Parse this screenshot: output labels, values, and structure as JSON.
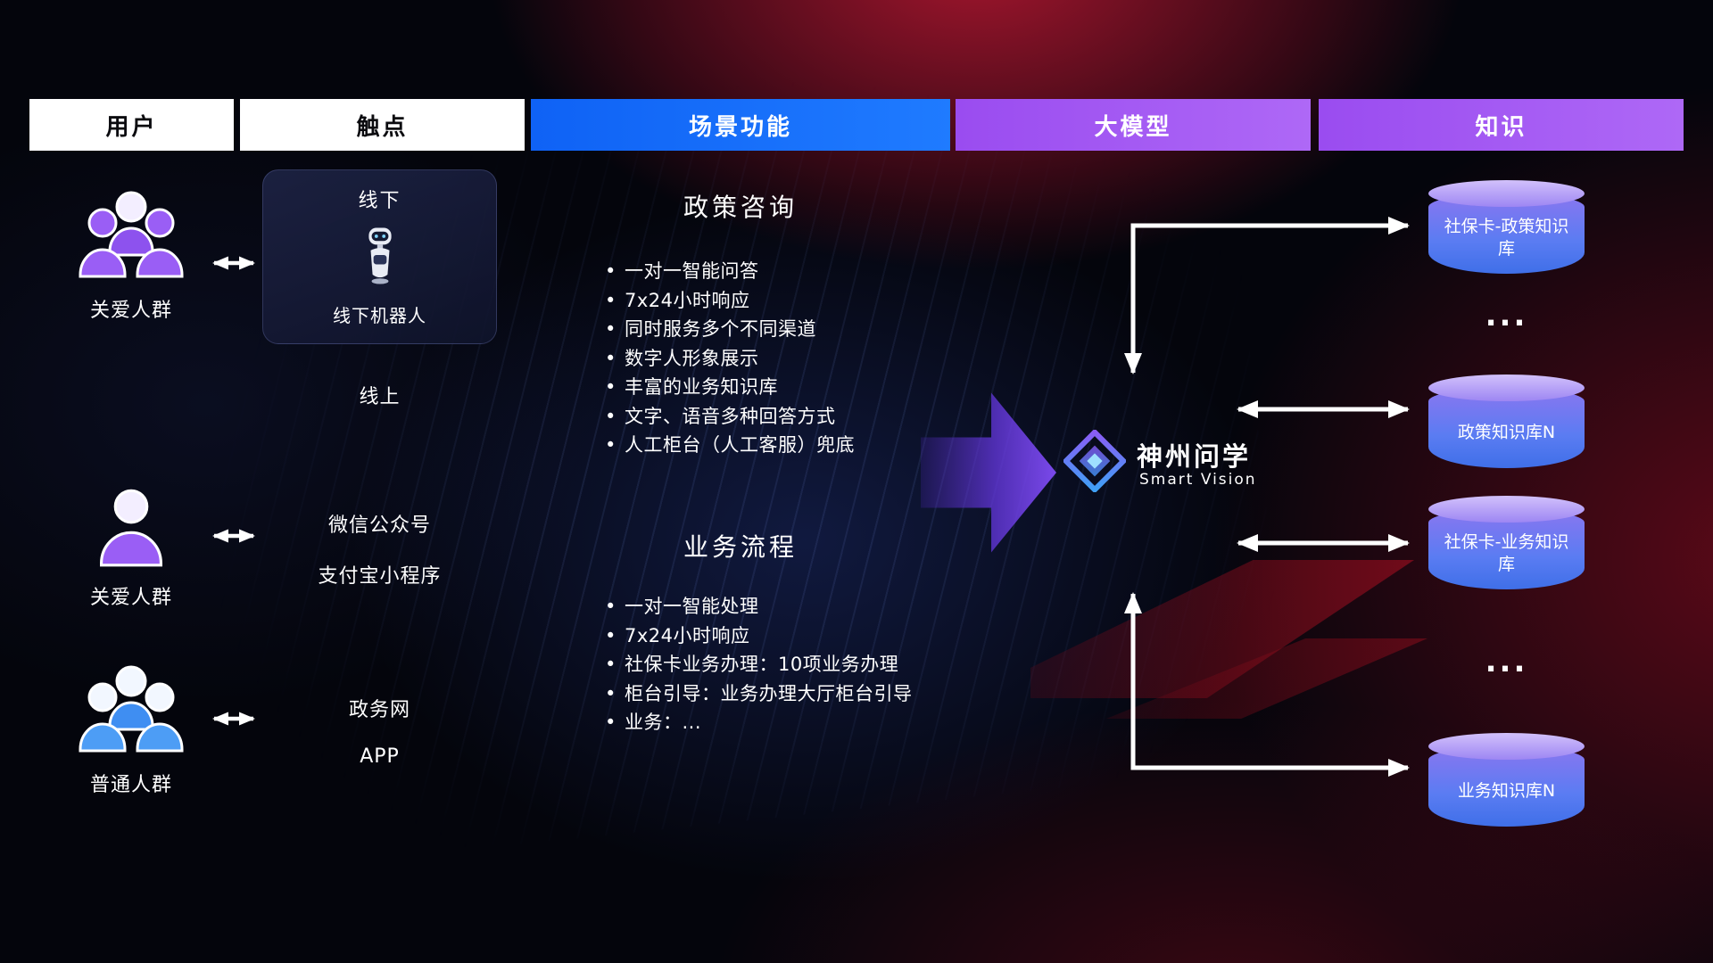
{
  "header": {
    "columns": [
      {
        "label": "用户",
        "style": "light"
      },
      {
        "label": "触点",
        "style": "light"
      },
      {
        "label": "场景功能",
        "style": "blue"
      },
      {
        "label": "大模型",
        "style": "purple"
      },
      {
        "label": "知识",
        "style": "purple"
      }
    ]
  },
  "users": [
    {
      "label": "关爱人群",
      "icon": "users-group-purple-icon"
    },
    {
      "label": "关爱人群",
      "icon": "user-single-purple-icon"
    },
    {
      "label": "普通人群",
      "icon": "users-group-blue-icon"
    }
  ],
  "touchpoints": {
    "offline_title": "线下",
    "offline_robot_label": "线下机器人",
    "online_title": "线上",
    "online_channels": [
      "微信公众号",
      "支付宝小程序"
    ],
    "gov_channels": [
      "政务网",
      "APP"
    ]
  },
  "scenarios": [
    {
      "title": "政策咨询",
      "items": [
        "一对一智能问答",
        "7x24小时响应",
        "同时服务多个不同渠道",
        "数字人形象展示",
        "丰富的业务知识库",
        "文字、语音多种回答方式",
        "人工柜台（人工客服）兜底"
      ]
    },
    {
      "title": "业务流程",
      "items": [
        "一对一智能处理",
        "7x24小时响应",
        "社保卡业务办理：10项业务办理",
        "柜台引导：业务办理大厅柜台引导",
        "业务：..."
      ]
    }
  ],
  "model": {
    "name": "神州问学",
    "subtitle": "Smart Vision"
  },
  "knowledge": [
    {
      "label": "社保卡-政策知识库",
      "kind": "database"
    },
    {
      "label": "...",
      "kind": "ellipsis"
    },
    {
      "label": "政策知识库N",
      "kind": "database"
    },
    {
      "label": "社保卡-业务知识库",
      "kind": "database"
    },
    {
      "label": "...",
      "kind": "ellipsis"
    },
    {
      "label": "业务知识库N",
      "kind": "database"
    }
  ],
  "colors": {
    "header_blue": "#1470f6",
    "header_purple": "#a35cf3",
    "big_arrow_purple": "#7a46ee",
    "db_top": "#c7b4f9",
    "db_body_top": "#8a76f0",
    "db_body_bottom": "#3f6fe8",
    "connector": "#ffffff",
    "user_purple": "#9a5ef5",
    "user_blue": "#4d9df5"
  }
}
